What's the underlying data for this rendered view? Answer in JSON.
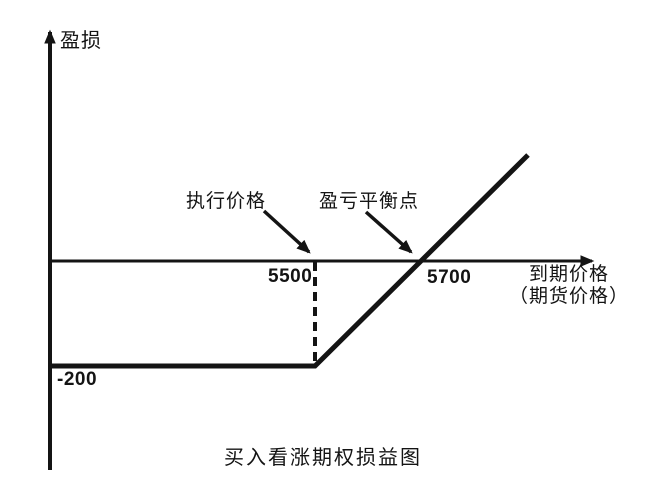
{
  "labels": {
    "ylabel": "盈损",
    "xlabel_line1": "到期价格",
    "xlabel_line2": "（期货价格）",
    "strike_annotation": "执行价格",
    "breakeven_annotation": "盈亏平衡点",
    "strike_tick": "5500",
    "breakeven_tick": "5700",
    "premium_tick": "-200",
    "title": "买入看涨期权损益图"
  },
  "colors": {
    "ink": "#141414",
    "background": "#ffffff"
  },
  "chart_data": {
    "type": "line",
    "title": "买入看涨期权损益图",
    "ylabel": "盈损",
    "xlabel": "到期价格（期货价格）",
    "series": [
      {
        "name": "买入看涨期权损益",
        "points": [
          [
            5000,
            -200
          ],
          [
            5500,
            -200
          ],
          [
            5700,
            0
          ],
          [
            5900,
            200
          ]
        ]
      }
    ],
    "x_tick_labels": [
      "5500",
      "5700"
    ],
    "y_tick_labels": [
      "-200"
    ],
    "annotations": [
      {
        "text": "执行价格",
        "points_to_x": 5500,
        "points_to_y": 0
      },
      {
        "text": "盈亏平衡点",
        "points_to_x": 5700,
        "points_to_y": 0
      }
    ],
    "strike_price": 5500,
    "breakeven_price": 5700,
    "premium": -200,
    "grid": false,
    "legend": false,
    "line_color": "#141414",
    "background": "#ffffff"
  }
}
